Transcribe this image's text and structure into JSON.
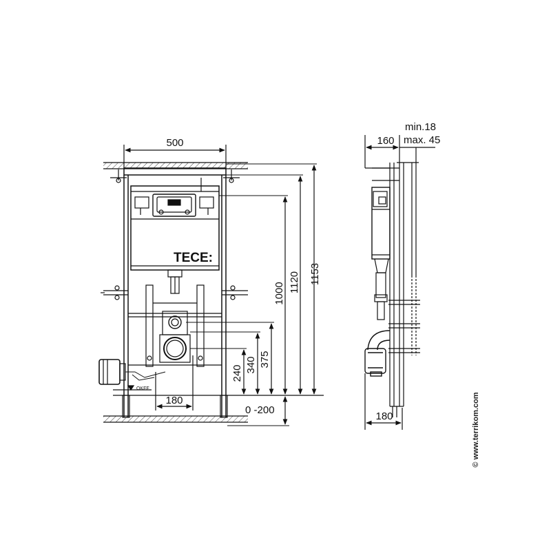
{
  "front_view": {
    "width_label": "500",
    "brand_label": "TECE:",
    "button_label": "TECE",
    "okff_label": "OKFF",
    "pipe_offset_label": "180",
    "height_labels": {
      "h1153": "1153",
      "h1120": "1120",
      "h1000": "1000",
      "h375": "375",
      "h340": "340",
      "h240": "240"
    },
    "floor_range_label": "0 -200"
  },
  "side_view": {
    "depth_label": "160",
    "wall_min_label": "min.18",
    "wall_max_label": "max. 45",
    "bottom_depth_label": "180"
  },
  "watermark": "© www.terrikom.com",
  "colors": {
    "line": "#111111",
    "background": "#ffffff"
  }
}
